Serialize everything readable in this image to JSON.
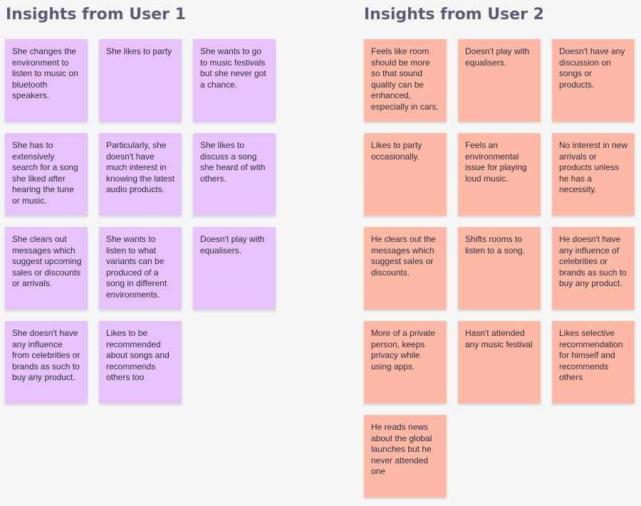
{
  "colors": {
    "background": "#f6f6f7",
    "title": "#5d5a76",
    "user1_note": "#e8c2fb",
    "user2_note": "#fdb9a6"
  },
  "user1": {
    "title": "Insights from User 1",
    "notes": [
      "She changes the environment to listen to music on bluetooth speakers.",
      "She likes to party",
      "She wants to go to music festivals but she never got a chance.",
      "She has to extensively search for a song she liked after hearing the tune or music.",
      "Particularly, she doesn't have much interest in knowing the latest audio products.",
      "She likes to discuss a song she heard of with others.",
      "She clears out messages which suggest upcoming sales or discounts or arrivals.",
      "She wants to listen to what variants can be produced of a song in different environments.",
      "Doesn't play with equalisers.",
      "She doesn't have any influence from celebrities or brands as such to buy any product.",
      "Likes to be recommended about songs and recommends others too"
    ]
  },
  "user2": {
    "title": "Insights from User 2",
    "notes": [
      "Feels like room should be more so that sound quality can be enhanced, especially in cars.",
      "Doesn't play with equalisers.",
      "Doesn't have any discussion on songs or products.",
      "Likes to party occasionally.",
      "Feels an environmental issue for playing loud music.",
      "No interest in new arrivals or products unless he has a necessity.",
      "He clears out the messages which suggest sales or discounts.",
      "Shifts rooms to listen to a song.",
      "He doesn't have any influence of celebrities or brands as such to buy any product.",
      "More of a private person, keeps privacy while using apps.",
      "Hasn't attended any music festival",
      "Likes selective recommendation for himself and recommends others",
      "He reads news about the global launches but he never attended one"
    ]
  }
}
